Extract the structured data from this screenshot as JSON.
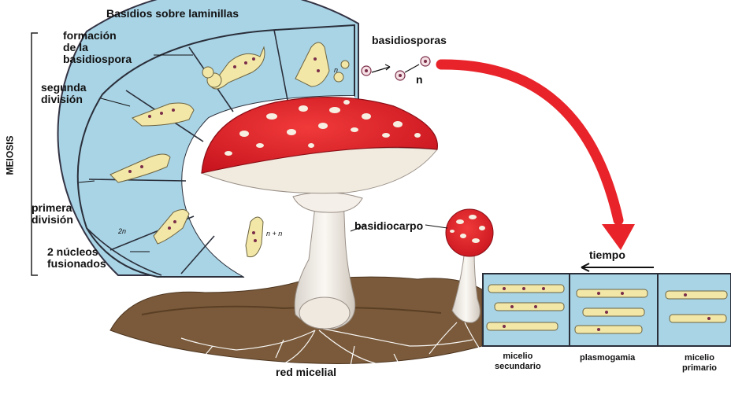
{
  "labels": {
    "title": "Basidios sobre laminillas",
    "meiosis": "MEIOSIS",
    "formacion": [
      "formación",
      "de la",
      "basidiospora"
    ],
    "segunda": [
      "segunda",
      "división"
    ],
    "primera": [
      "primera",
      "división"
    ],
    "nucleos": [
      "2 núcleos",
      "fusionados"
    ],
    "basidiosporas": "basidiosporas",
    "n": "n",
    "basidiocarpo": "basidiocarpo",
    "tiempo": "tiempo",
    "red": "red micelial",
    "sec": [
      "micelio",
      "secundario"
    ],
    "plasmo": "plasmogamia",
    "prim": [
      "micelio",
      "primario"
    ],
    "twon": "2n",
    "panel_n": "n",
    "panel_nn": "n + n"
  },
  "colors": {
    "cap_red": "#e8202a",
    "arrow_red": "#e8232a",
    "cell_blue": "#a9d4e6",
    "hypha_yellow": "#f2e7a6",
    "nucleus": "#7a2d4a",
    "soil": "#7a5a3a"
  }
}
